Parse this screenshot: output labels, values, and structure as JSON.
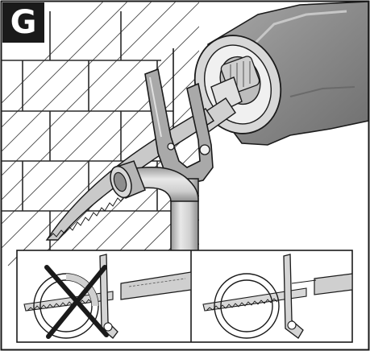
{
  "figure": {
    "label": "G",
    "main_panel": "reciprocating-saw-cutting-pipe-near-wall",
    "insets": [
      {
        "name": "incorrect-position",
        "marker": "cross"
      },
      {
        "name": "correct-position",
        "marker": "none"
      }
    ]
  },
  "colors": {
    "line": "#1a1a1a",
    "tool_gray": "#8a8a8a",
    "pipe_light": "#d6d6d6",
    "pipe_mid": "#b8b8b8",
    "blade": "#bdbdbd",
    "hatch": "#4a4a4a",
    "label_bg": "#1a1a1a",
    "label_fg": "#ffffff"
  }
}
